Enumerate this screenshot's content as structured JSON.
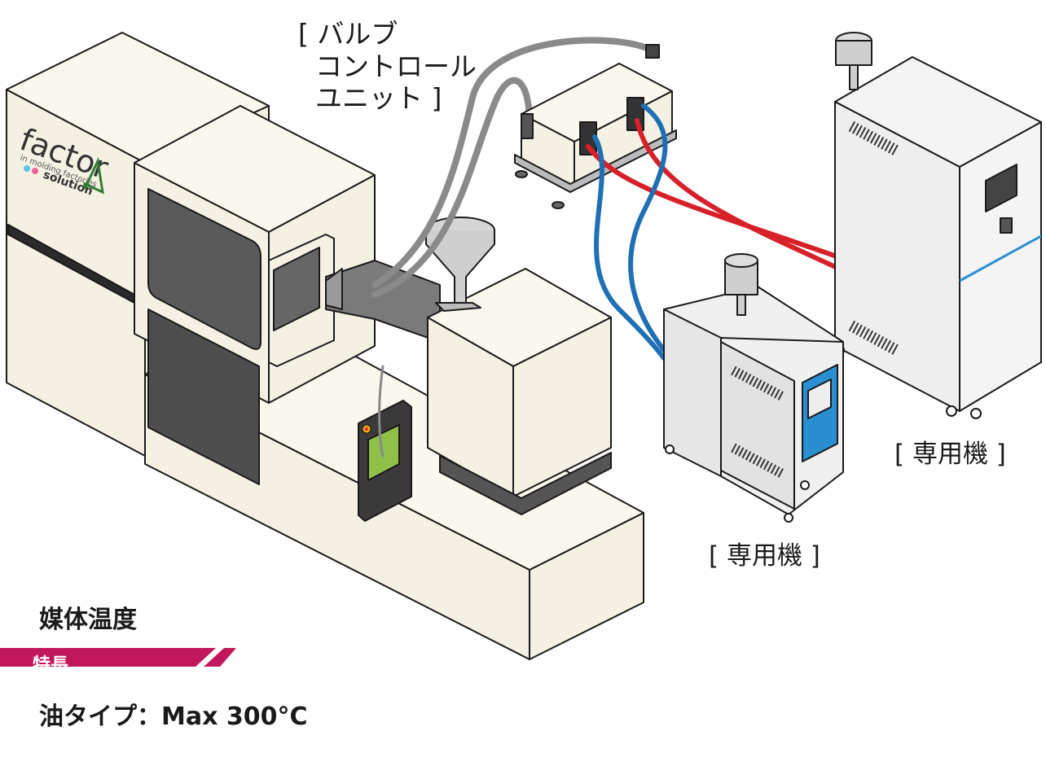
{
  "labels": {
    "valve_unit": "[ バルブ\n  コントロール\n  ユニット ]",
    "dedicated_right": "[ 専用機 ]",
    "dedicated_mid": "[ 専用機 ]",
    "temp_title": "媒体温度",
    "temp_value": "油タイプ：Max 300°C",
    "banner": "特長"
  },
  "logo": {
    "text": "factor4",
    "tagline": "in molding factories",
    "sub": "solution"
  },
  "colors": {
    "machine_body": "#f5f1e2",
    "outline": "#1a1a1a",
    "window": "#5a5a5a",
    "hose_gray": "#8a8a8a",
    "hose_red": "#d8202a",
    "hose_blue": "#1f6fb5",
    "panel_blue": "#2a8fd0",
    "cabinet": "#eeeeee",
    "banner": "#c2185b"
  }
}
